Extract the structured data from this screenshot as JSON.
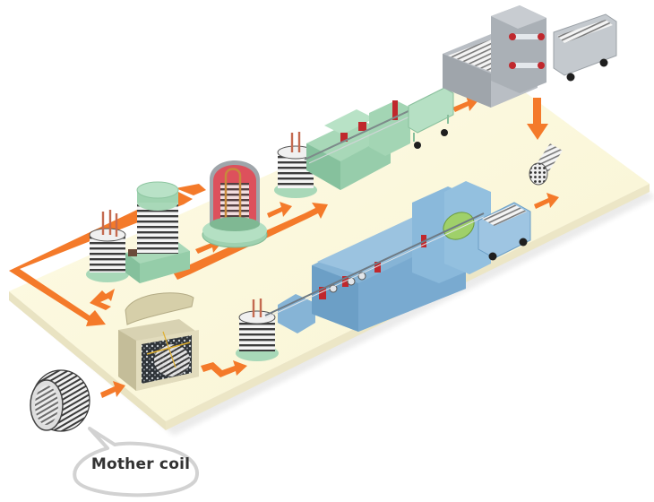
{
  "diagram": {
    "type": "process-flow",
    "description": "Wire coil processing line, isometric view",
    "callout": {
      "label": "Mother coil"
    },
    "colors": {
      "platform": "#fbf8dc",
      "platform_edge": "#e8e2bf",
      "arrow": "#f47a2a",
      "machine_green": "#a8d8b8",
      "machine_green_dark": "#7fbf97",
      "machine_blue": "#86b4d6",
      "machine_blue_dark": "#5f93bd",
      "machine_grey": "#b9bec4",
      "machine_grey_dark": "#8e959c",
      "accent_red": "#c0282d",
      "coil": "#6b6b6b",
      "callout_outline": "#cfcfcf"
    },
    "stages": [
      {
        "id": "mother-coil",
        "label": "Mother coil"
      },
      {
        "id": "uncoiler-furnace"
      },
      {
        "id": "small-coil-a"
      },
      {
        "id": "coil-stand-with-drum"
      },
      {
        "id": "bell-annealing-furnace"
      },
      {
        "id": "small-coil-b"
      },
      {
        "id": "green-drawing-machine"
      },
      {
        "id": "grey-straightener-cutter"
      },
      {
        "id": "cut-bar-bundle"
      },
      {
        "id": "small-coil-c"
      },
      {
        "id": "blue-drawing-line"
      },
      {
        "id": "bar-cart"
      }
    ]
  }
}
